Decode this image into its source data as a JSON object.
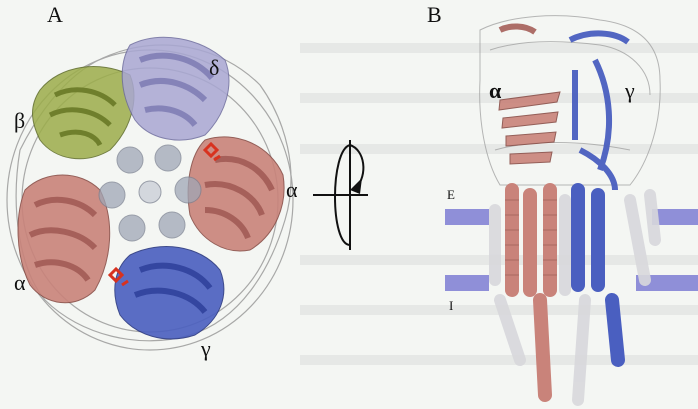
{
  "panel_a": {
    "letter": "A",
    "subunits": {
      "beta": "β",
      "delta": "δ",
      "alpha_right": "α",
      "alpha_left": "α",
      "gamma": "γ"
    }
  },
  "panel_b": {
    "letter": "B",
    "subunits": {
      "alpha": "α",
      "gamma": "γ"
    },
    "membrane": {
      "extracellular": "E",
      "intracellular": "I"
    }
  },
  "colors": {
    "alpha": "#c9837a",
    "beta": "#9cad4a",
    "delta": "#a9a7d3",
    "gamma": "#4a5fc0",
    "ligand": "#d8321f",
    "membrane": "#8f8fd8",
    "helix_white": "#e7e7ea"
  }
}
